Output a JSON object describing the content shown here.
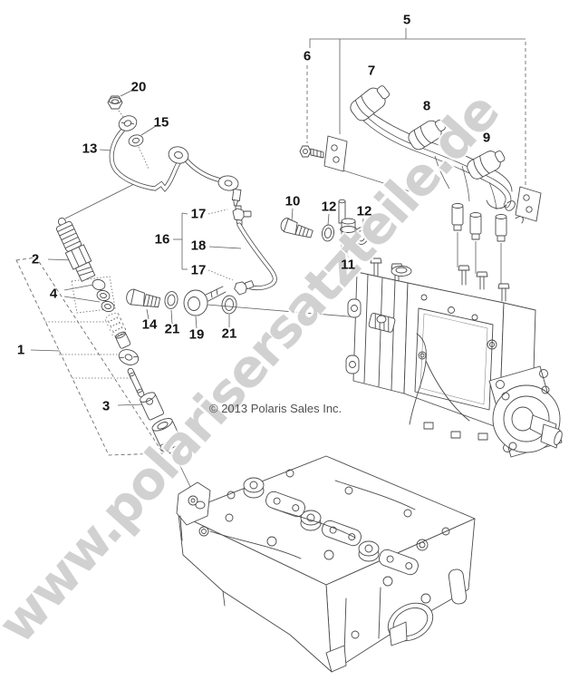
{
  "diagram": {
    "watermark_text": "www.polarisersatzteile.de",
    "copyright_text": "© 2013 Polaris Sales Inc.",
    "colors": {
      "background": "#ffffff",
      "line_art": "#4a4a4a",
      "label": "#151515",
      "watermark": "#acacac",
      "copyright": "#515151"
    },
    "callouts": [
      {
        "number": "5"
      },
      {
        "number": "6"
      },
      {
        "number": "7"
      },
      {
        "number": "8"
      },
      {
        "number": "9"
      },
      {
        "number": "20"
      },
      {
        "number": "15"
      },
      {
        "number": "13"
      },
      {
        "number": "17"
      },
      {
        "number": "16"
      },
      {
        "number": "18"
      },
      {
        "number": "17"
      },
      {
        "number": "10"
      },
      {
        "number": "12"
      },
      {
        "number": "12"
      },
      {
        "number": "11"
      },
      {
        "number": "2"
      },
      {
        "number": "4"
      },
      {
        "number": "1"
      },
      {
        "number": "3"
      },
      {
        "number": "14"
      },
      {
        "number": "21"
      },
      {
        "number": "19"
      },
      {
        "number": "21"
      }
    ]
  }
}
